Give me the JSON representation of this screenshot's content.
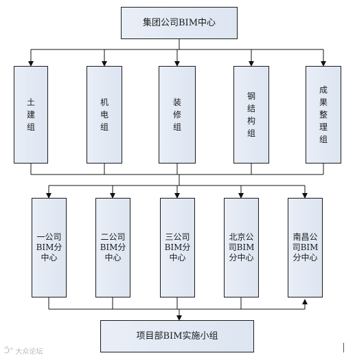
{
  "top_box": "集团公司BIM中心",
  "tier1": [
    "土建组",
    "机电组",
    "装修组",
    "钢结构组",
    "成果整理组"
  ],
  "tier2": [
    "一公司BIM分中心",
    "二公司BIM分中心",
    "三公司BIM分中心",
    "北京公司BIM分中心",
    "南昌公司BIM分中心"
  ],
  "bottom_box": "项目部BIM实施小组",
  "watermark": "大众论坛",
  "line_color": "#111111",
  "box_fill": "#e3e9f4"
}
